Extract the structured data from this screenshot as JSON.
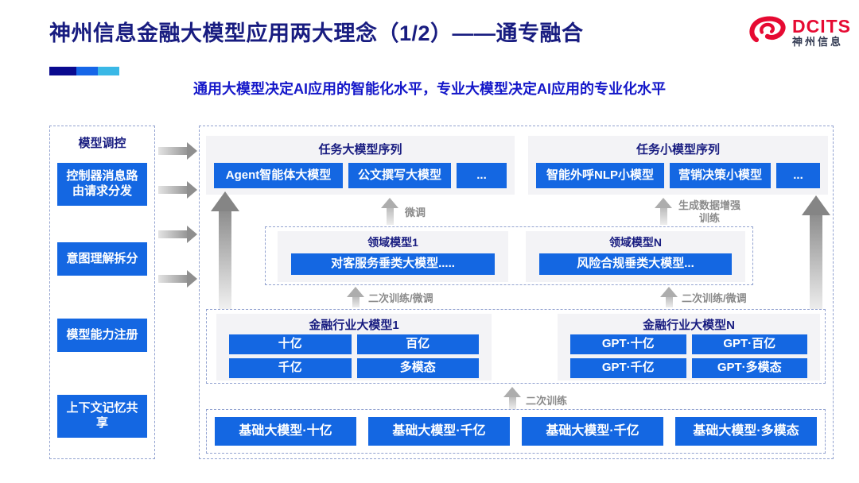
{
  "slide": {
    "title": "神州信息金融大模型应用两大理念（1/2）——通专融合",
    "subtitle": "通用大模型决定AI应用的智能化水平，专业大模型决定AI应用的专业化水平"
  },
  "logo": {
    "text": "DCITS",
    "subtext": "神州信息"
  },
  "colors": {
    "accent_blue": "#1467e2",
    "title_navy": "#181c80",
    "subtitle_blue": "#1417c9",
    "logo_red": "#e60a32",
    "panel_gray": "#f3f3f6",
    "label_gray": "#8b8b8b",
    "dashed_border": "#92a2d0"
  },
  "sidebar": {
    "title": "模型调控",
    "items": [
      {
        "label": "控制器消息路由请求分发"
      },
      {
        "label": "意图理解拆分"
      },
      {
        "label": "模型能力注册"
      },
      {
        "label": "上下文记忆共享"
      }
    ]
  },
  "diagram": {
    "task_large_seq": {
      "title": "任务大模型序列",
      "items": [
        "Agent智能体大模型",
        "公文撰写大模型",
        "..."
      ]
    },
    "task_small_seq": {
      "title": "任务小模型序列",
      "items": [
        "智能外呼NLP小模型",
        "营销决策小模型",
        "..."
      ]
    },
    "domain_models": {
      "left": {
        "title": "领域模型1",
        "item": "对客服务垂类大模型....."
      },
      "right": {
        "title": "领域模型N",
        "item": "风险合规垂类大模型..."
      }
    },
    "industry_models": {
      "left": {
        "title": "金融行业大模型1",
        "items": [
          "十亿",
          "百亿",
          "千亿",
          "多模态"
        ]
      },
      "right": {
        "title": "金融行业大模型N",
        "items": [
          "GPT·十亿",
          "GPT·百亿",
          "GPT·千亿",
          "GPT·多模态"
        ]
      }
    },
    "base_models": [
      "基础大模型·十亿",
      "基础大模型·千亿",
      "基础大模型·千亿",
      "基础大模型·多模态"
    ],
    "labels": {
      "fine_tune": "微调",
      "gen_data_training": "生成数据增强训练",
      "secondary_train_finetune_left": "二次训练/微调",
      "secondary_train_finetune_right": "二次训练/微调",
      "secondary_train": "二次训练"
    }
  }
}
